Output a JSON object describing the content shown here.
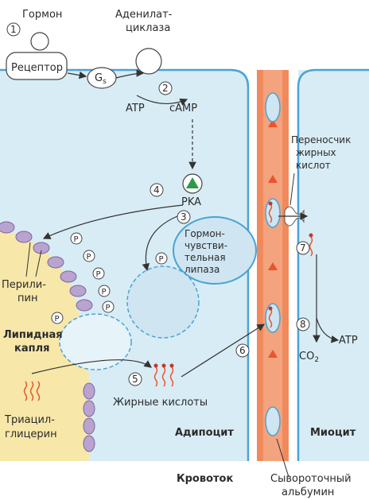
{
  "labels": {
    "hormone": "Гормон",
    "adenylate_cyclase_1": "Аденилат-",
    "adenylate_cyclase_2": "циклаза",
    "receptor": "Рецептор",
    "gs": "G",
    "gs_sub": "s",
    "atp_top": "ATP",
    "camp": "cAMP",
    "pka": "PKA",
    "hsl_1": "Гормон-",
    "hsl_2": "чувстви-",
    "hsl_3": "тельная",
    "hsl_4": "липаза",
    "perilipin_1": "Перили-",
    "perilipin_2": "пин",
    "lipid_drop_1": "Липидная",
    "lipid_drop_2": "капля",
    "triacylglycerol_1": "Триацил-",
    "triacylglycerol_2": "глицерин",
    "fatty_acids": "Жирные кислоты",
    "adipocyte": "Адипоцит",
    "bloodstream": "Кровоток",
    "serum_albumin_1": "Сывороточный",
    "serum_albumin_2": "альбумин",
    "transporter_1": "Переносчик",
    "transporter_2": "жирных",
    "transporter_3": "кислот",
    "myocyte": "Миоцит",
    "atp_right": "ATP",
    "co2": "CO",
    "co2_sub": "2",
    "p": "P"
  },
  "steps": [
    "1",
    "2",
    "3",
    "4",
    "5",
    "6",
    "7",
    "8"
  ]
}
